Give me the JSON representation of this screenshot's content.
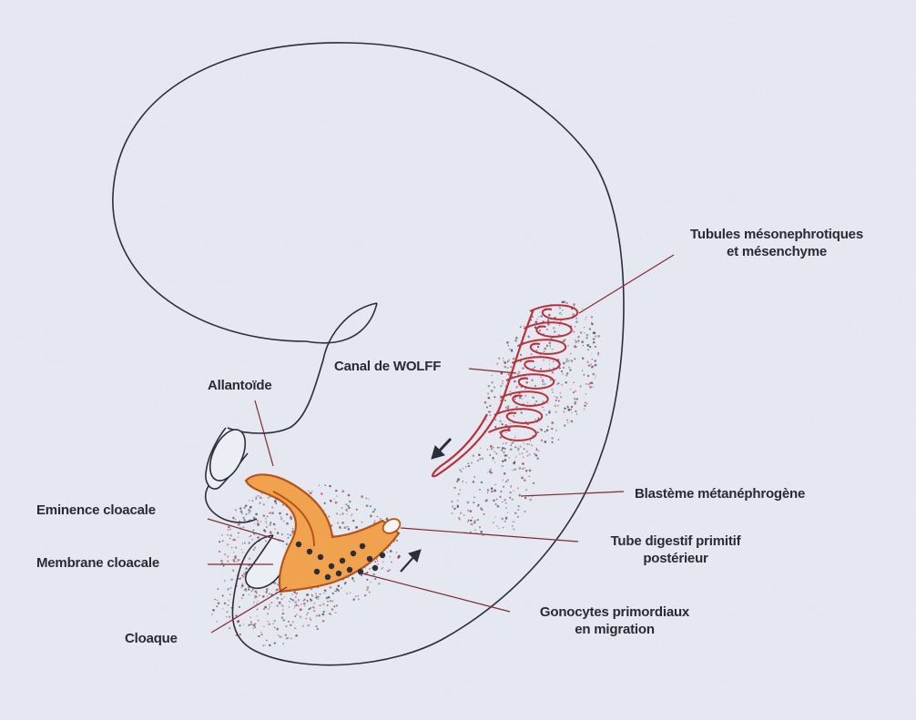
{
  "labels": {
    "tubules_line1": "Tubules mésonephrotiques",
    "tubules_line2": "et mésenchyme",
    "canal_wolff": "Canal de WOLFF",
    "allantoide": "Allantoïde",
    "blasteme": "Blastème métanéphrogène",
    "eminence": "Eminence cloacale",
    "membrane": "Membrane cloacale",
    "tube_line1": "Tube digestif primitif",
    "tube_line2": "postérieur",
    "gonocytes_line1": "Gonocytes primordiaux",
    "gonocytes_line2": "en migration",
    "cloaque": "Cloaque"
  },
  "colors": {
    "outline": "#2c2c3a",
    "tubule": "#b8323c",
    "gut_fill": "#f0a24e",
    "gut_stroke": "#b5541a",
    "leader": "#7d2b33",
    "stipple": "#8a3140"
  }
}
